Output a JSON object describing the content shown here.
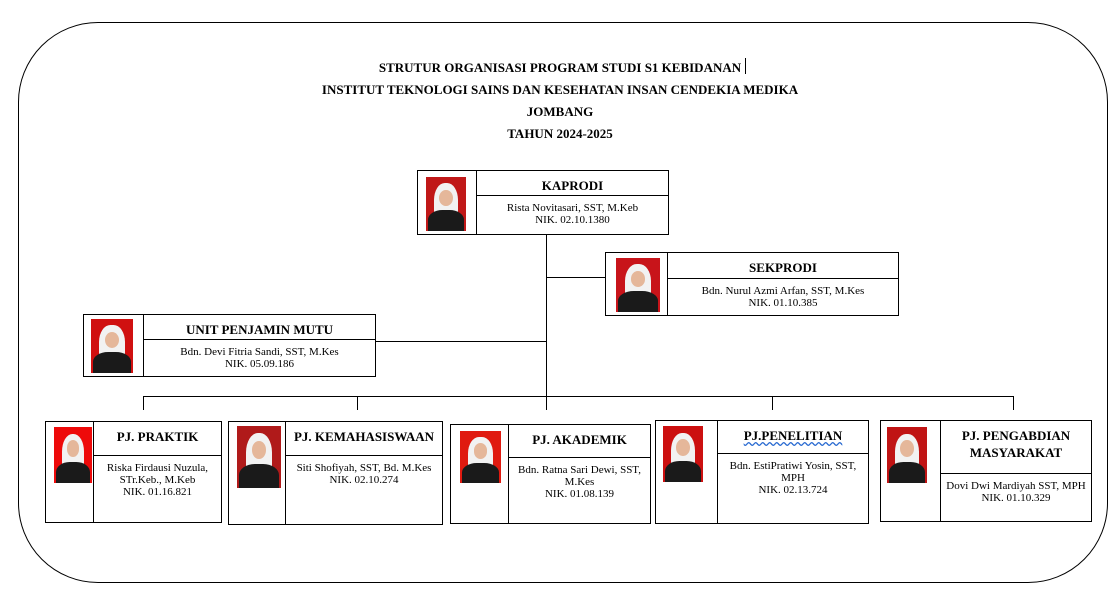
{
  "header": {
    "line1": "STRUTUR ORGANISASI PROGRAM STUDI S1 KEBIDANAN",
    "line2": "INSTITUT TEKNOLOGI SAINS DAN KESEHATAN  INSAN CENDEKIA MEDIKA",
    "line3": "JOMBANG",
    "line4": "TAHUN 2024-2025"
  },
  "boxes": [
    {
      "id": "kaprodi",
      "title": "KAPRODI",
      "name": "Rista Novitasari, SST, M.Keb",
      "nik": "NIK. 02.10.1380",
      "photo_bg": "#c01818"
    },
    {
      "id": "sekprodi",
      "title": "SEKPRODI",
      "name": "Bdn. Nurul Azmi Arfan, SST, M.Kes",
      "nik": "NIK. 01.10.385",
      "photo_bg": "#c8141a"
    },
    {
      "id": "unit-penjamin-mutu",
      "title": "UNIT PENJAMIN MUTU",
      "name": "Bdn. Devi Fitria Sandi, SST, M.Kes",
      "nik": "NIK. 05.09.186",
      "photo_bg": "#d01010"
    },
    {
      "id": "pj-praktik",
      "title": "PJ. PRAKTIK",
      "name": "Riska Firdausi Nuzula, STr.Keb., M.Keb",
      "nik": "NIK. 01.16.821",
      "photo_bg": "#ee0a0a"
    },
    {
      "id": "pj-kemahasiswaan",
      "title": "PJ. KEMAHASISWAAN",
      "name": "Siti Shofiyah, SST, Bd. M.Kes",
      "nik": "NIK. 02.10.274",
      "photo_bg": "#b01a1a"
    },
    {
      "id": "pj-akademik",
      "title": "PJ. AKADEMIK",
      "name": "Bdn. Ratna Sari Dewi, SST, M.Kes",
      "nik": "NIK. 01.08.139",
      "photo_bg": "#e01a10"
    },
    {
      "id": "pj-penelitian",
      "title": "PJ.PENELITIAN",
      "name": "Bdn. EstiPratiwi Yosin, SST, MPH",
      "nik": "NIK. 02.13.724",
      "photo_bg": "#cc1010"
    },
    {
      "id": "pj-pengabdian-masyarakat",
      "title": "PJ. PENGABDIAN MASYARAKAT",
      "name": "Dovi Dwi Mardiyah SST, MPH",
      "nik": "NIK. 01.10.329",
      "photo_bg": "#c01414"
    }
  ]
}
